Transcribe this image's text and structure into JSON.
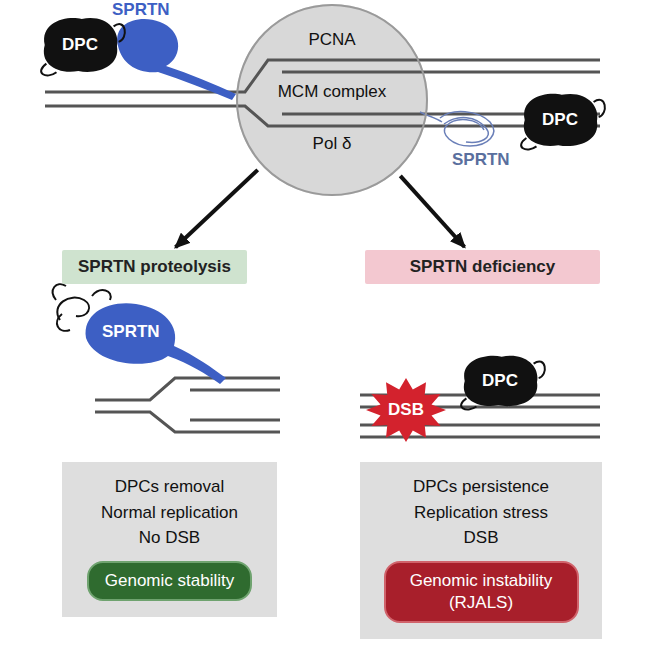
{
  "diagram": {
    "nodes": [
      {
        "text": [
          "DPC"
        ]
      },
      {
        "text": [
          "PCNA",
          "MCM complex",
          "Pol δ"
        ]
      },
      {
        "text": [
          "DPC"
        ]
      },
      {
        "text": [
          "SPRTN proteolysis"
        ]
      },
      {
        "text": [
          "SPRTN deficiency"
        ]
      },
      {
        "text": [
          "DPC"
        ]
      },
      {
        "text": [
          "DSB"
        ]
      },
      {
        "text": [
          "DPCs removal",
          "Normal replication",
          "No DSB"
        ]
      },
      {
        "text": [
          "Genomic stability"
        ],
        "in": 7
      },
      {
        "text": [
          "DPCs persistence",
          "Replication stress",
          "DSB"
        ]
      },
      {
        "text": [
          "Genomic instability (RJALS)"
        ],
        "in": 9
      }
    ],
    "edges": [
      {
        "from": 1,
        "to": 3,
        "arrow": "to"
      },
      {
        "from": 1,
        "to": 4,
        "arrow": "to"
      }
    ],
    "labels": [
      "SPRTN",
      "SPRTN",
      "SPRTN"
    ]
  }
}
